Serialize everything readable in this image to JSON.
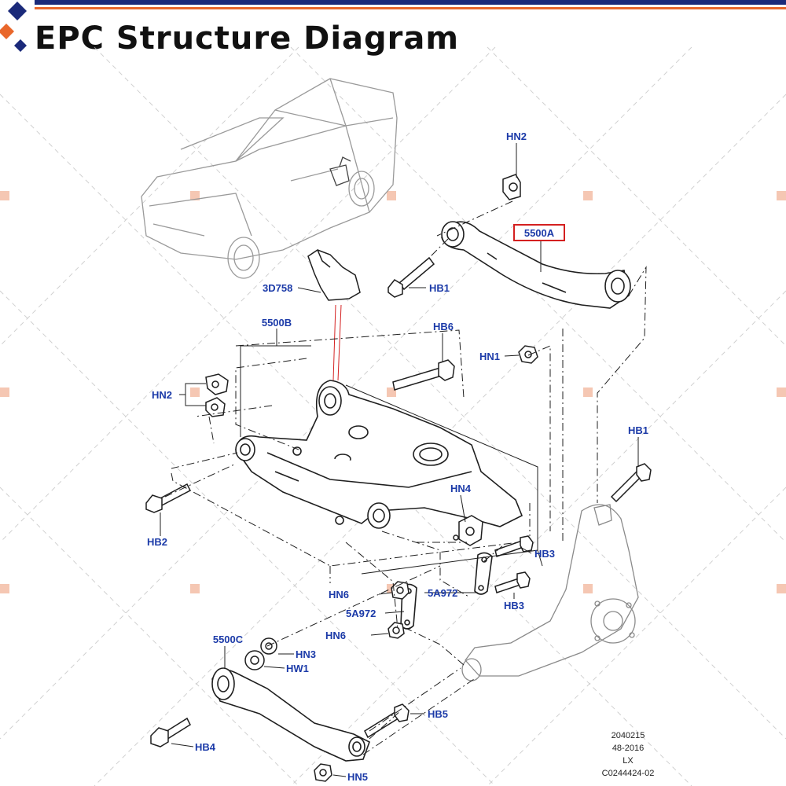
{
  "header": {
    "title": "EPC Structure Diagram",
    "brand_colors": {
      "accent": "#e9672b",
      "navy": "#1b2a7a",
      "label": "#1b3aa8",
      "highlight": "#d42020"
    }
  },
  "callouts": {
    "hn2_top": "HN2",
    "p5500a": "5500A",
    "p3d758": "3D758",
    "hb1_top": "HB1",
    "p5500b": "5500B",
    "hb6": "HB6",
    "hn1": "HN1",
    "hn2_left": "HN2",
    "hb1_right": "HB1",
    "hn4": "HN4",
    "hb2": "HB2",
    "hb3_top": "HB3",
    "hb3_bottom": "HB3",
    "hn6_top": "HN6",
    "p5a972_right": "5A972",
    "p5a972_left": "5A972",
    "hn6_bottom": "HN6",
    "p5500c": "5500C",
    "hn3": "HN3",
    "hw1": "HW1",
    "hb5": "HB5",
    "hb4": "HB4",
    "hn5": "HN5"
  },
  "stamp": {
    "line1": "2040215",
    "line2": "48-2016",
    "line3": "LX",
    "line4": "C0244424-02"
  },
  "highlighted_part": "5500A"
}
